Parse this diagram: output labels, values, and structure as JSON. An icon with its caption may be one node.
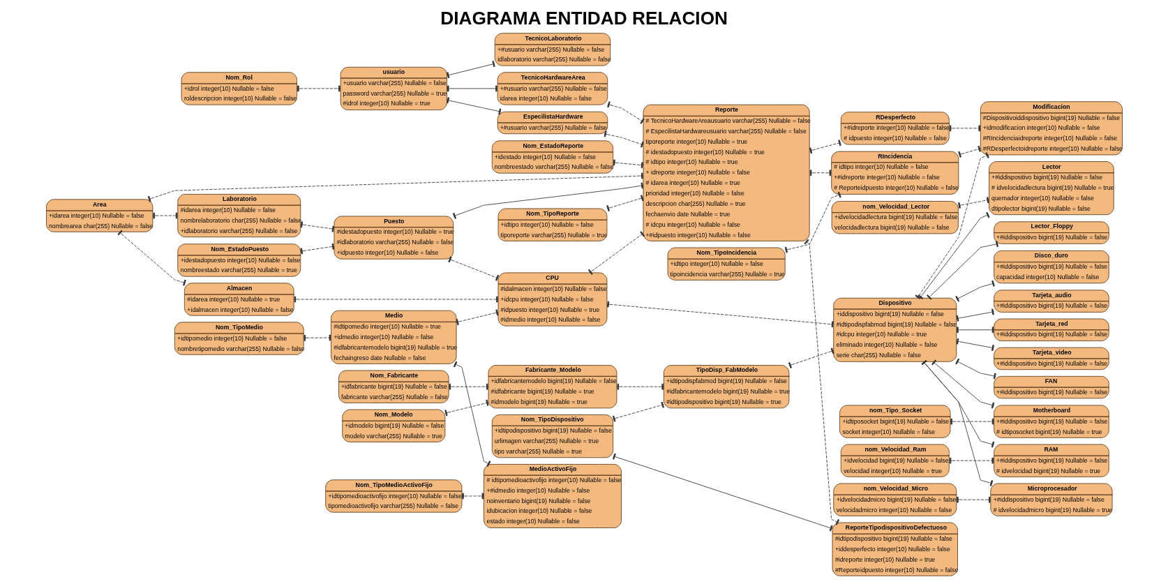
{
  "diagram": {
    "title": "DIAGRAMA ENTIDAD RELACION",
    "nodes": [
      {
        "text": [
          "Nom_Rol",
          "+idrol integer(10) Nullable = false",
          "roldescripcion integer(10) Nullable = false"
        ]
      },
      {
        "text": [
          "usuario",
          "+usuario varchar(255) Nullable = false",
          "password varchar(255) Nullable = true",
          "#idrol integer(10) Nullable = true"
        ]
      },
      {
        "text": [
          "TecnicoLaboratorio",
          "+#usuario varchar(255) Nullable = false",
          "idlaboratorio varchar(255) Nullable = false"
        ]
      },
      {
        "text": [
          "TecnicoHardwareArea",
          "+#usuario varchar(255) Nullable = false",
          "idarea integer(10) Nullable = false"
        ]
      },
      {
        "text": [
          "EspecilistaHardware",
          "+#usuario varchar(255) Nullable = false"
        ]
      },
      {
        "text": [
          "Nom_EstadoReporte",
          "+idestado integer(10) Nullable = false",
          "nombreestado varchar(255) Nullable = false"
        ]
      },
      {
        "text": [
          "RDesperfecto",
          "+#idreporte integer(10) Nullable = false",
          "# idpuesto integer(10) Nullable = false"
        ]
      },
      {
        "text": [
          "Nom_TipoIncidencia",
          "+idtipo integer(10) Nullable = false",
          "tipoincidencia varchar(255) Nullable = true"
        ]
      },
      {
        "text": [
          "Area",
          "+idarea integer(10) Nullable = false",
          "nombrearea char(255) Nullable = false"
        ]
      },
      {
        "text": [
          "Laboratorio",
          "#idarea integer(10) Nullable = false",
          "nombrelaboratorio char(255) Nullable = false",
          "+idlaboratorio varchar(255) Nullable = false"
        ]
      },
      {
        "text": [
          "Nom_EstadoPuesto",
          "+idestadopuesto integer(10) Nullable = false",
          "nombreestado varchar(255) Nullable = true"
        ]
      },
      {
        "text": [
          "Puesto",
          "#idestadopuesto integer(10) Nullable = true",
          "#idlaboratorio varchar(255) Nullable = false",
          "+idpuesto integer(10) Nullable = false"
        ]
      },
      {
        "text": [
          "Reporte",
          "# TecnicoHardwareAreausuario varchar(255) Nullable = false",
          "# EspecilistaHardwareusuario varchar(255) Nullable = false",
          "tiporeporte integer(10) Nullable = true",
          "# idestadopuesto integer(10) Nullable = true",
          "# idtipo integer(10) Nullable = true",
          "+ idreporte integer(10) Nullable = false",
          "# idarea integer(10) Nullable = true",
          "prioridad integer(10) Nullable = false",
          "descripcion char(255) Nullable = true",
          "fechaenvio date Nullable = true",
          "# idcpu integer(10) Nullable = false",
          "+#idpuesto integer(10) Nullable = false"
        ]
      },
      {
        "text": [
          "RIncidencia",
          "# idtipo integer(10) Nullable = false",
          "+#idreporte integer(10) Nullable = false",
          "# Reporteidpuesto integer(10) Nullable = false"
        ]
      },
      {
        "text": [
          "Modificacion",
          "#Dispositivoiddispositivo bigint(19) Nullable = false",
          "+idmodificacion integer(10) Nullable = false",
          "#RIncidenciaidreporte integer(10) Nullable = false",
          "#RDesperfectoidreporte integer(10) Nullable = false"
        ]
      },
      {
        "text": [
          "Almacen",
          "#idarea integer(10) Nullable = true",
          "+idalmacen integer(10) Nullable = false"
        ]
      },
      {
        "text": [
          "Nom_TipoMedio",
          "+idtipomedio integer(10) Nullable = false",
          "nombretipomedio varchar(255) Nullable = false"
        ]
      },
      {
        "text": [
          "Medio",
          "#idtipomedio integer(10) Nullable = true",
          "+idmedio integer(10) Nullable = false",
          "#idfabricantemodelo bigint(19) Nullable = true",
          "fechaingreso date Nullable = false"
        ]
      },
      {
        "text": [
          "MedioActivoFijo",
          "# idtipomedioactivofijo integer(10) Nullable = false",
          "+#idmedio integer(10) Nullable = false",
          "noinventario bigint(19) Nullable = false",
          "idubicacion integer(10) Nullable = false",
          "estado integer(10) Nullable = false"
        ]
      },
      {
        "text": [
          "Nom_TipoMedioActivoFijo",
          "+idtipomedioactivofijo integer(10) Nullable = false",
          "tipomedioactivofijo varchar(255) Nullable = false"
        ]
      },
      {
        "text": [
          "Nom_TipoReporte",
          "+idtipo integer(10) Nullable = false",
          "tiporeporte varchar(255) Nullable = true"
        ]
      },
      {
        "text": [
          "CPU",
          "#idalmacen integer(10) Nullable = false",
          "+idcpu integer(10) Nullable = false",
          "#idpuesto integer(10) Nullable = true",
          "#idmedio integer(10) Nullable = false"
        ]
      },
      {
        "text": [
          "ReporteTipodispositivoDefectuoso",
          "#idtipodispositivo bigint(19) Nullable = false",
          "+iddesperfecto integer(10) Nullable = false",
          "#idreporte integer(10) Nullable = true",
          "#Reporteidpuesto integer(10) Nullable = false"
        ]
      },
      {
        "text": [
          "Dispositivo",
          "+iddispositivo bigint(19) Nullable = false",
          "#idtipodispfabmod bigint(19) Nullable = false",
          "#idcpu integer(10) Nullable = true",
          "eliminado integer(10) Nullable = false",
          "serie char(255) Nullable = false"
        ]
      },
      {
        "text": [
          "Nom_Fabricante",
          "+idfabricante bigint(19) Nullable = false",
          "fabricante varchar(255) Nullable = false"
        ]
      },
      {
        "text": [
          "Fabricante_Modelo",
          "+idfabricantemodelo bigint(19) Nullable = false",
          "#idfabricante bigint(19) Nullable = true",
          "#idmodelo bigint(19) Nullable = true"
        ]
      },
      {
        "text": [
          "Nom_Modelo",
          "+idmodelo bigint(19) Nullable = false",
          "modelo varchar(255) Nullable = true"
        ]
      },
      {
        "text": [
          "TipoDisp_FabModelo",
          "+idtipodispfabmod bigint(19) Nullable = false",
          "#idfabricantemodelo bigint(19) Nullable = true",
          "#idtipodispositivo bigint(19) Nullable = true"
        ]
      },
      {
        "text": [
          "Nom_TipoDispositivo",
          "+idtipodispositivo bigint(19) Nullable = false",
          "urlimagen varchar(255) Nullable = true",
          "tipo varchar(255) Nullable = true"
        ]
      },
      {
        "text": [
          "Lector",
          "+#iddispositivo bigint(19) Nullable = false",
          "# idvelocidadlectura bigint(19) Nullable = true",
          "quemador integer(10) Nullable = false",
          "dtipolector bigint(19) Nullable = false"
        ]
      },
      {
        "text": [
          "Lector_Floppy",
          "+#iddispositivo bigint(19) Nullable = false"
        ]
      },
      {
        "text": [
          "Disco_duro",
          "+#iddispositivo bigint(19) Nullable = false",
          "capacidad integer(10) Nullable = false"
        ]
      },
      {
        "text": [
          "Tarjeta_audio",
          "+#iddispositivo bigint(19) Nullable = false"
        ]
      },
      {
        "text": [
          "Tarjeta_red",
          "+#iddispositivo bigint(19) Nullable = false"
        ]
      },
      {
        "text": [
          "Tarjeta_video",
          "+#iddispositivo bigint(19) Nullable = false"
        ]
      },
      {
        "text": [
          "FAN",
          "+#iddispositivo bigint(19) Nullable = false"
        ]
      },
      {
        "text": [
          "Motherboard",
          "+#iddispositivo bigint(19) Nullable = false",
          "# idtiposocket bigint(19) Nullable = true"
        ]
      },
      {
        "text": [
          "RAM",
          "+#iddispositivo bigint(19) Nullable = false",
          "# idvelocidad bigint(19) Nullable = true"
        ]
      },
      {
        "text": [
          "Microprocesador",
          "+#iddispositivo bigint(19) Nullable = false",
          "# idvelocidadmicro bigint(19) Nullable = true"
        ]
      },
      {
        "text": [
          "nom_Velocidad_Lector",
          "+idvelocidadlectura bigint(19) Nullable = false",
          "velocidadlectura bigint(19) Nullable = false"
        ]
      },
      {
        "text": [
          "nom_Tipo_Socket",
          "+idtiposocket bigint(19) Nullable = false",
          "socket integer(10) Nullable = false"
        ]
      },
      {
        "text": [
          "nom_Velocidad_Ram",
          "+idvelocidad bigint(19) Nullable = false",
          "velocidad integer(10) Nullable = true"
        ]
      },
      {
        "text": [
          "nom_Velocidad_Micro",
          "+idvelocidadmicro bigint(19) Nullable = false",
          "velocidadmicro integer(10) Nullable = false"
        ]
      }
    ],
    "edges": [
      {
        "from": 0,
        "to": 1,
        "arrow": "other",
        "style": "dashed"
      },
      {
        "from": 1,
        "to": 2,
        "arrow": "other"
      },
      {
        "from": 1,
        "to": 3,
        "arrow": "other"
      },
      {
        "from": 1,
        "to": 4,
        "arrow": "other"
      },
      {
        "from": 3,
        "to": 12,
        "arrow": "other",
        "style": "dashed"
      },
      {
        "from": 4,
        "to": 12,
        "arrow": "other",
        "style": "dashed"
      },
      {
        "from": 5,
        "to": 12,
        "arrow": "other",
        "style": "dashed"
      },
      {
        "from": 12,
        "to": 6,
        "arrow": "other",
        "style": "dashed"
      },
      {
        "from": 7,
        "to": 13,
        "arrow": "other",
        "style": "dashed"
      },
      {
        "from": 8,
        "to": 12,
        "arrow": "other",
        "style": "dashed"
      },
      {
        "from": 8,
        "to": 15,
        "arrow": "other",
        "style": "dashed"
      },
      {
        "from": 8,
        "to": 9,
        "arrow": "other",
        "style": "dashed"
      },
      {
        "from": 9,
        "to": 11,
        "arrow": "other",
        "style": "dashed"
      },
      {
        "from": 10,
        "to": 11,
        "arrow": "other",
        "style": "dashed"
      },
      {
        "from": 11,
        "to": 12,
        "arrow": "other"
      },
      {
        "from": 11,
        "to": 21,
        "arrow": "other",
        "style": "dashed"
      },
      {
        "from": 16,
        "to": 17,
        "arrow": "other",
        "style": "dashed"
      },
      {
        "from": 17,
        "to": 18,
        "arrow": "other"
      },
      {
        "from": 19,
        "to": 18,
        "arrow": "other",
        "style": "dashed"
      },
      {
        "from": 24,
        "to": 25,
        "arrow": "other",
        "style": "dashed"
      },
      {
        "from": 26,
        "to": 25,
        "arrow": "other",
        "style": "dashed"
      },
      {
        "from": 17,
        "to": 21,
        "arrow": "other",
        "style": "dashed"
      },
      {
        "from": 15,
        "to": 21,
        "arrow": "other",
        "style": "dashed"
      },
      {
        "from": 20,
        "to": 12,
        "arrow": "other",
        "style": "dashed"
      },
      {
        "from": 21,
        "to": 12,
        "arrow": "other",
        "style": "dashed"
      },
      {
        "from": 12,
        "to": 22,
        "arrow": "other",
        "style": "dashed"
      },
      {
        "from": 12,
        "to": 13,
        "arrow": "other",
        "style": "dashed"
      },
      {
        "from": 28,
        "to": 22,
        "arrow": "other"
      },
      {
        "from": 13,
        "to": 14,
        "arrow": "other",
        "style": "dashed"
      },
      {
        "from": 6,
        "to": 14,
        "arrow": "other",
        "style": "dashed"
      },
      {
        "from": 23,
        "to": 14,
        "arrow": "other",
        "style": "dashed"
      },
      {
        "from": 21,
        "to": 23,
        "arrow": "other",
        "style": "dashed"
      },
      {
        "from": 25,
        "to": 27,
        "arrow": "other",
        "style": "dashed"
      },
      {
        "from": 28,
        "to": 27,
        "arrow": "other",
        "style": "dashed"
      },
      {
        "from": 27,
        "to": 23,
        "arrow": "other",
        "style": "dashed"
      },
      {
        "from": 23,
        "to": 29,
        "arrow": "other"
      },
      {
        "from": 23,
        "to": 30,
        "arrow": "other"
      },
      {
        "from": 23,
        "to": 31,
        "arrow": "other"
      },
      {
        "from": 23,
        "to": 32,
        "arrow": "other"
      },
      {
        "from": 23,
        "to": 33,
        "arrow": "other"
      },
      {
        "from": 23,
        "to": 34,
        "arrow": "other"
      },
      {
        "from": 23,
        "to": 35,
        "arrow": "other"
      },
      {
        "from": 23,
        "to": 36,
        "arrow": "other"
      },
      {
        "from": 23,
        "to": 37,
        "arrow": "other"
      },
      {
        "from": 23,
        "to": 38,
        "arrow": "other"
      },
      {
        "from": 39,
        "to": 29,
        "arrow": "other",
        "style": "dashed"
      },
      {
        "from": 40,
        "to": 36,
        "arrow": "other",
        "style": "dashed"
      },
      {
        "from": 41,
        "to": 37,
        "arrow": "other",
        "style": "dashed"
      },
      {
        "from": 42,
        "to": 38,
        "arrow": "other",
        "style": "dashed"
      }
    ]
  }
}
